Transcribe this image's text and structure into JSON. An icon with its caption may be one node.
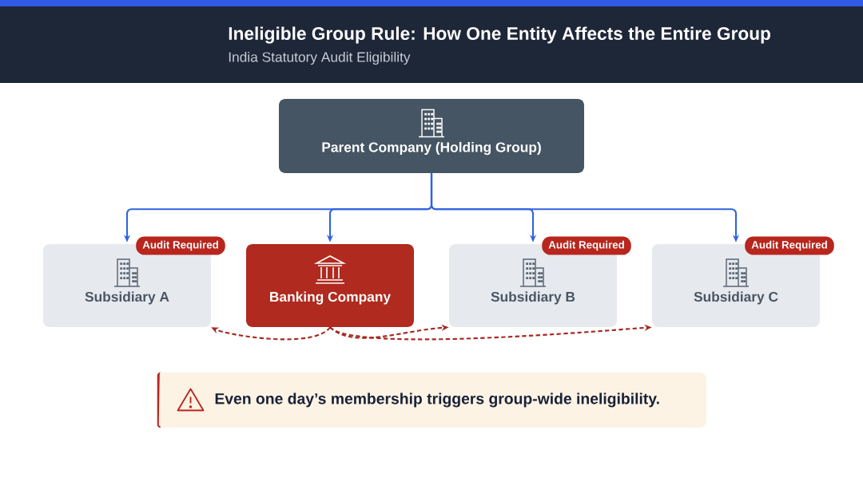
{
  "diagram": {
    "title": "Ineligible Group Rule: How One Entity Affects the Entire Group",
    "nodes": [
      {
        "text": [
          "Parent Company (Holding Group)"
        ]
      },
      {
        "text": [
          "Audit Required",
          "Subsidiary A"
        ]
      },
      {
        "text": [
          "Banking Company"
        ]
      },
      {
        "text": [
          "Audit Required",
          "Subsidiary B"
        ]
      },
      {
        "text": [
          "Audit Required",
          "Subsidiary C"
        ]
      },
      {
        "text": [
          "Even one day’s membership triggers group-wide ineligibility."
        ]
      }
    ],
    "edges": [
      {
        "from": 0,
        "to": 1,
        "arrow": "to"
      },
      {
        "from": 0,
        "to": 2,
        "arrow": "to"
      },
      {
        "from": 0,
        "to": 3,
        "arrow": "to"
      },
      {
        "from": 0,
        "to": 4,
        "arrow": "to"
      },
      {
        "from": 2,
        "to": 1,
        "arrow": "to",
        "style": "dashed",
        "color": "#a52a22"
      },
      {
        "from": 2,
        "to": 3,
        "arrow": "to",
        "style": "dashed",
        "color": "#a52a22"
      },
      {
        "from": 2,
        "to": 4,
        "arrow": "to",
        "style": "dashed",
        "color": "#a52a22"
      }
    ],
    "labels": [
      "India Statutory Audit Eligibility"
    ]
  }
}
